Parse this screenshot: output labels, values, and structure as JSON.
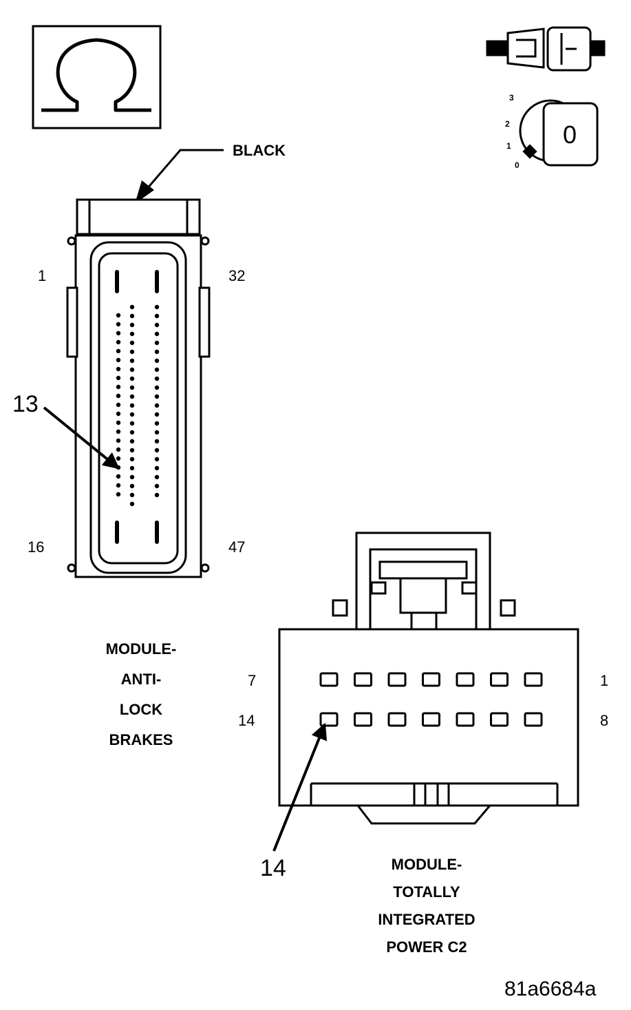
{
  "icons": {
    "ohmmeter": "ohm-symbol-icon",
    "connector_disconnected": "disconnected-connector-icon",
    "ignition": "ignition-key-off-icon"
  },
  "ignition": {
    "positions": [
      "3",
      "2",
      "1",
      "0"
    ],
    "key_label": "0"
  },
  "connector_abs": {
    "color_label": "BLACK",
    "corner_pins": {
      "top_left": "1",
      "top_right": "32",
      "bottom_left": "16",
      "bottom_right": "47"
    },
    "callout": "13",
    "caption": [
      "MODULE-",
      "ANTI-",
      "LOCK",
      "BRAKES"
    ]
  },
  "connector_tipm": {
    "row_ends": {
      "top_left": "7",
      "top_right": "1",
      "bottom_left": "14",
      "bottom_right": "8"
    },
    "callout": "14",
    "caption": [
      "MODULE-",
      "TOTALLY",
      "INTEGRATED",
      "POWER C2"
    ]
  },
  "reference_code": "81a6684a"
}
